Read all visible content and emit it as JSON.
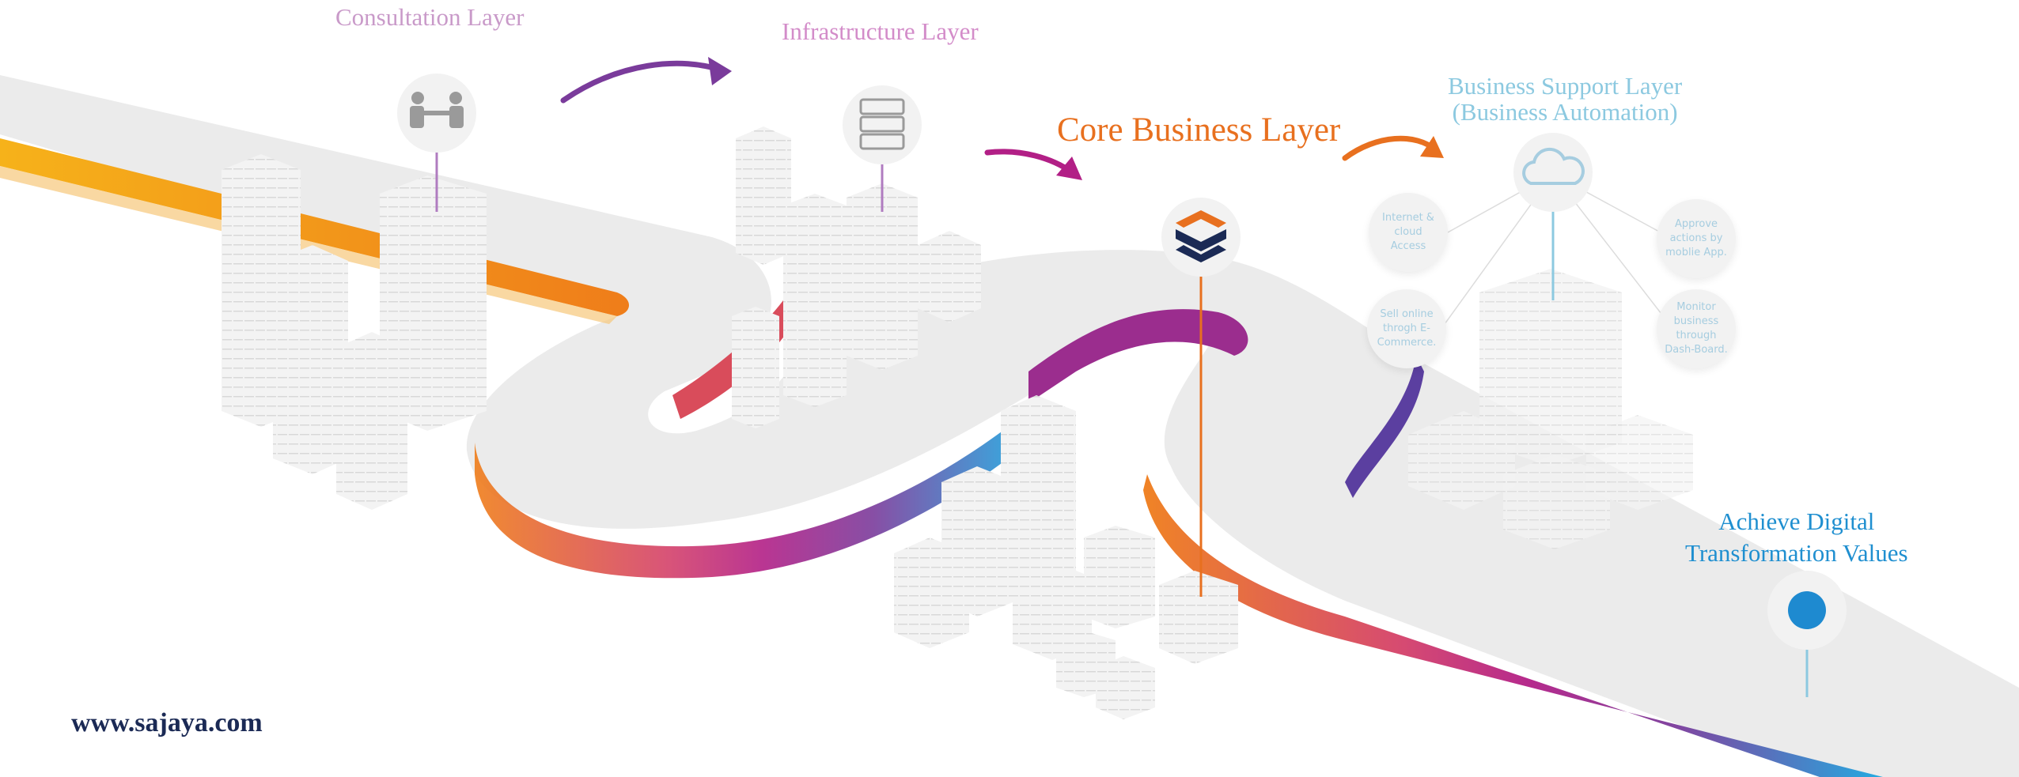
{
  "layers": {
    "consultation": "Consultation Layer",
    "infrastructure": "Infrastructure Layer",
    "core": "Core Business Layer",
    "support_line1": "Business Support Layer",
    "support_line2": "(Business Automation)",
    "achieve_line1": "Achieve Digital",
    "achieve_line2": "Transformation Values"
  },
  "support_features": {
    "internet": "Internet & cloud Access",
    "sell": "Sell online throgh E-Commerce.",
    "approve": "Approve actions by moblie App.",
    "monitor": "Monitor business through Dash-Board."
  },
  "website": "www.sajaya.com",
  "colors": {
    "consultation_text": "#c99ac9",
    "infrastructure_text": "#d38cc9",
    "core_text": "#e8701f",
    "support_text": "#8cc9e0",
    "achieve_text": "#1f8fd0",
    "website_text": "#1b2a55",
    "road_yellow": "#f6b21a",
    "road_orange": "#ef7d1a",
    "road_magenta": "#b21f86",
    "road_purple": "#7a3b9b",
    "road_blue": "#1aa7e0",
    "road_surface": "#ebebeb",
    "feature_text": "#a6cde0",
    "pin_blue": "#1e8ad0"
  },
  "icons": {
    "consultation": "meeting-icon",
    "infrastructure": "server-icon",
    "core": "sajaya-logo-icon",
    "support": "cloud-icon",
    "achieve": "target-dot-icon"
  }
}
